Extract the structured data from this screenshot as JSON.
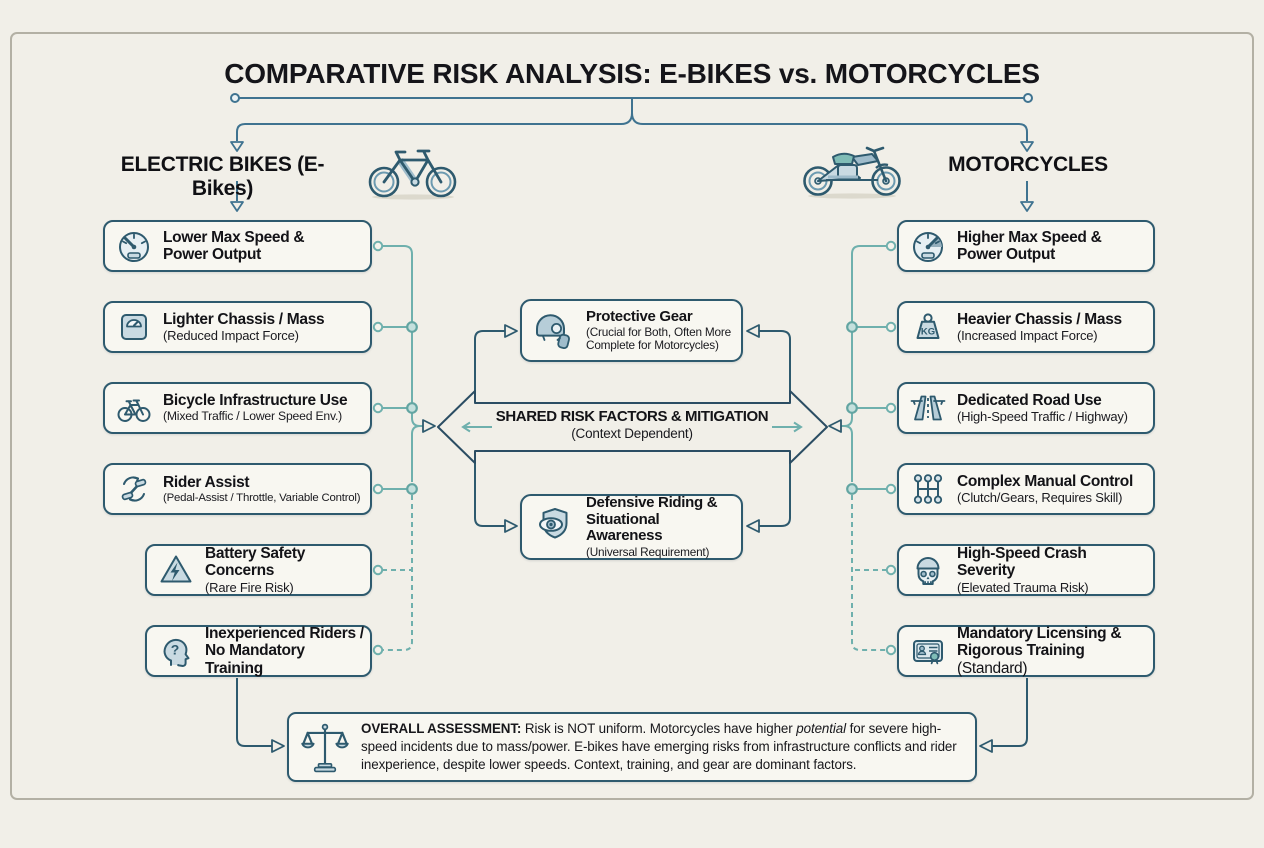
{
  "title": "COMPARATIVE RISK ANALYSIS: E-BIKES vs. MOTORCYCLES",
  "colors": {
    "background": "#f1efe8",
    "box_border": "#2e5a6e",
    "connector_steel": "#3f7390",
    "connector_teal": "#6fb0ad",
    "accent_teal_fill": "#7fbcb6",
    "icon_fill_light": "#c9dae2"
  },
  "left": {
    "header": "ELECTRIC BIKES (E-Bikes)",
    "icon": "ebike-illustration",
    "items": [
      {
        "icon": "gauge-low-icon",
        "title": "Lower Max Speed &\nPower Output",
        "subtitle": ""
      },
      {
        "icon": "scale-icon",
        "title": "Lighter Chassis / Mass",
        "subtitle": "(Reduced Impact Force)"
      },
      {
        "icon": "bicycle-icon",
        "title": "Bicycle Infrastructure Use",
        "subtitle": "(Mixed Traffic / Lower Speed Env.)"
      },
      {
        "icon": "pedal-assist-icon",
        "title": "Rider Assist",
        "subtitle": "(Pedal-Assist / Throttle, Variable Control)"
      },
      {
        "icon": "battery-warning-icon",
        "title": "Battery Safety Concerns",
        "subtitle": "(Rare Fire Risk)"
      },
      {
        "icon": "inexperienced-rider-icon",
        "title": "Inexperienced Riders /\nNo Mandatory Training",
        "subtitle": ""
      }
    ]
  },
  "right": {
    "header": "MOTORCYCLES",
    "icon": "motorcycle-illustration",
    "items": [
      {
        "icon": "gauge-high-icon",
        "title": "Higher Max Speed &\nPower Output",
        "subtitle": ""
      },
      {
        "icon": "kg-weight-icon",
        "title": "Heavier Chassis / Mass",
        "subtitle": "(Increased Impact Force)"
      },
      {
        "icon": "highway-icon",
        "title": "Dedicated Road Use",
        "subtitle": "(High-Speed Traffic / Highway)"
      },
      {
        "icon": "gear-shifter-icon",
        "title": "Complex Manual Control",
        "subtitle": "(Clutch/Gears, Requires Skill)"
      },
      {
        "icon": "skull-helmet-icon",
        "title": "High-Speed Crash Severity",
        "subtitle": "(Elevated Trauma Risk)"
      },
      {
        "icon": "license-icon",
        "title": "Mandatory Licensing &\nRigorous Training",
        "title_suffix": "(Standard)",
        "subtitle": ""
      }
    ]
  },
  "center": {
    "protective": {
      "icon": "helmet-glove-icon",
      "title": "Protective Gear",
      "subtitle": "(Crucial for Both, Often More\nComplete for Motorcycles)"
    },
    "shared": {
      "title": "SHARED RISK FACTORS & MITIGATION",
      "subtitle": "(Context Dependent)"
    },
    "defensive": {
      "icon": "eye-shield-icon",
      "title": "Defensive Riding &\nSituational Awareness",
      "subtitle": "(Universal Requirement)"
    }
  },
  "assessment": {
    "icon": "balance-scale-icon",
    "label": "OVERALL ASSESSMENT:",
    "text_before_italic": " Risk is NOT uniform. Motorcycles have higher ",
    "italic": "potential",
    "text_after_italic": " for severe high-speed incidents due to mass/power. E-bikes have emerging risks from infrastructure conflicts and rider inexperience, despite lower speeds. Context, training, and gear are dominant factors."
  }
}
